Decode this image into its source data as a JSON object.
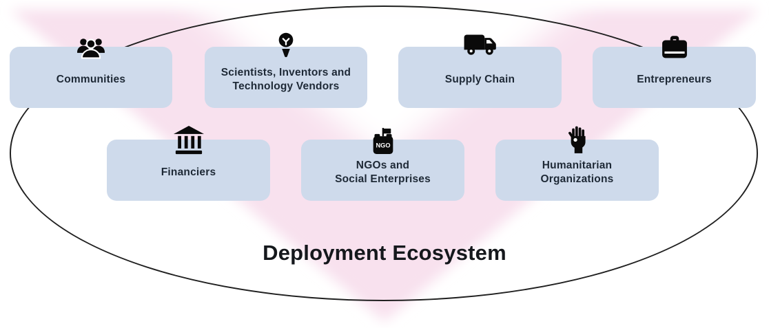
{
  "title": "Deployment Ecosystem",
  "colors": {
    "bg": "#ffffff",
    "card-bg": "#cedaeb",
    "triangle": "#f8e1ee",
    "ellipse-stroke": "#202020",
    "label": "#1e2936",
    "icon": "#0a0a0a",
    "title-color": "#15181c"
  },
  "icons": {
    "ngo_text": "NGO"
  },
  "cards": [
    {
      "name": "communities",
      "icon": "users-icon",
      "lines": [
        "Communities"
      ]
    },
    {
      "name": "scientists-inventors-technology-vendors",
      "icon": "lightbulb-icon",
      "lines": [
        "Scientists, Inventors and",
        "Technology Vendors"
      ]
    },
    {
      "name": "supply-chain",
      "icon": "truck-icon",
      "lines": [
        "Supply Chain"
      ]
    },
    {
      "name": "entrepreneurs",
      "icon": "briefcase-icon",
      "lines": [
        "Entrepreneurs"
      ]
    },
    {
      "name": "financiers",
      "icon": "bank-icon",
      "lines": [
        "Financiers"
      ]
    },
    {
      "name": "ngos-social-enterprises",
      "icon": "ngo-building-icon",
      "lines": [
        "NGOs and",
        "Social Enterprises"
      ]
    },
    {
      "name": "humanitarian-organizations",
      "icon": "hand-icon",
      "lines": [
        "Humanitarian",
        "Organizations"
      ]
    }
  ]
}
